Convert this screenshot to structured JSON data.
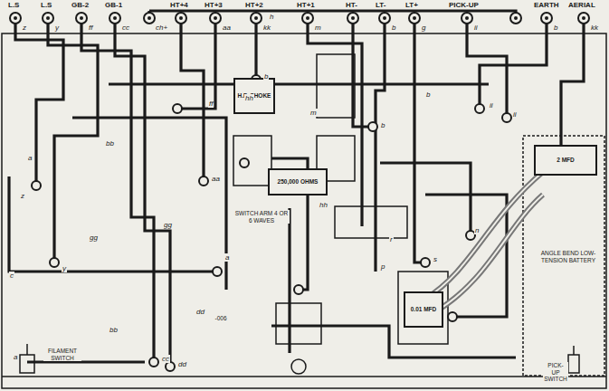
{
  "diagram": {
    "nodes": [
      {
        "text": [
          "H.F. CHOKE"
        ]
      },
      {
        "text": [
          "250,000 OHMS"
        ]
      },
      {
        "text": [
          "2 MFD"
        ]
      },
      {
        "text": [
          "0.01 MFD"
        ]
      }
    ],
    "labels": [
      "L.S",
      "L.S",
      "GB-2",
      "GB-1",
      "HT+4",
      "HT+3",
      "HT+2",
      "HT+1",
      "HT-",
      "LT-",
      "LT+",
      "PICK-UP",
      "EARTH",
      "AERIAL",
      "z",
      "y",
      "ff",
      "cc",
      "ch+",
      "aa",
      "kk",
      "m",
      "h",
      "b",
      "g",
      "ii",
      "b",
      "kk",
      "z",
      "y",
      "bb",
      "aa",
      "a",
      "ff",
      "b",
      "hh",
      "b",
      "ii",
      "gg",
      "gg",
      "bb",
      "cc",
      "dd",
      "dd",
      "a",
      "a",
      "hh",
      "r",
      "p",
      "s",
      "n",
      "ii",
      "b",
      "m",
      "c",
      "SWITCH ARM 4 OR 6 WAVES",
      "-006",
      "FILAMENT SWITCH",
      "ANGLE BEND LOW-TENSION BATTERY",
      "PICK-UP SWITCH"
    ]
  }
}
